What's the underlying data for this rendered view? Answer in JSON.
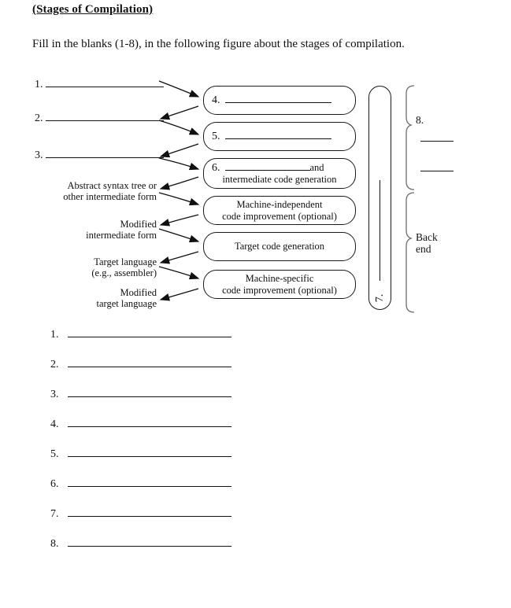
{
  "document": {
    "title": "(Stages of Compilation)",
    "instruction": "Fill in the blanks (1-8), in the following figure about the stages of compilation."
  },
  "figure": {
    "left_blanks": [
      {
        "number": "1."
      },
      {
        "number": "2."
      },
      {
        "number": "3."
      }
    ],
    "left_labels": [
      {
        "line1": "Abstract syntax tree or",
        "line2": "other intermediate form"
      },
      {
        "line1": "Modified",
        "line2": "intermediate form"
      },
      {
        "line1": "Target language",
        "line2": "(e.g., assembler)"
      },
      {
        "line1": "Modified",
        "line2": "target language"
      }
    ],
    "stage_boxes": [
      {
        "number": "4.",
        "blank": true,
        "line1": "",
        "line2": ""
      },
      {
        "number": "5.",
        "blank": true,
        "line1": "",
        "line2": ""
      },
      {
        "number": "6.",
        "blank": true,
        "tail": "and",
        "line2": "intermediate code generation"
      },
      {
        "number": "",
        "blank": false,
        "line1": "Machine-independent",
        "line2": "code improvement (optional)"
      },
      {
        "number": "",
        "blank": false,
        "line1": "Target code generation",
        "line2": ""
      },
      {
        "number": "",
        "blank": false,
        "line1": "Machine-specific",
        "line2": "code improvement (optional)"
      }
    ],
    "capsule": {
      "number": "7."
    },
    "brace_labels": {
      "upper": "8.",
      "lower_line1": "Back",
      "lower_line2": "end"
    }
  },
  "answers": [
    {
      "number": "1."
    },
    {
      "number": "2."
    },
    {
      "number": "3."
    },
    {
      "number": "4."
    },
    {
      "number": "5."
    },
    {
      "number": "6."
    },
    {
      "number": "7."
    },
    {
      "number": "8."
    }
  ],
  "colors": {
    "ink": "#111111",
    "paper": "#ffffff"
  }
}
